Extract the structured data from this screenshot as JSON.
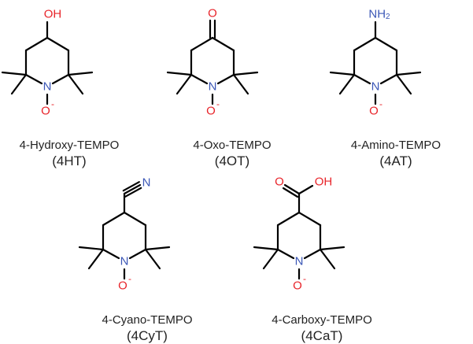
{
  "colors": {
    "bond": "#000000",
    "oxygen": "#e8242a",
    "nitrogen": "#3b57b6"
  },
  "atoms": {
    "N": "N",
    "O": "O",
    "OH": "OH",
    "minus": "-",
    "NH2_main": "NH",
    "NH2_sub": "2"
  },
  "compounds": [
    {
      "name": "4-Hydroxy-TEMPO",
      "abbr": "(4HT)",
      "substituent": "hydroxy"
    },
    {
      "name": "4-Oxo-TEMPO",
      "abbr": "(4OT)",
      "substituent": "oxo"
    },
    {
      "name": "4-Amino-TEMPO",
      "abbr": "(4AT)",
      "substituent": "amino"
    },
    {
      "name": "4-Cyano-TEMPO",
      "abbr": "(4CyT)",
      "substituent": "cyano"
    },
    {
      "name": "4-Carboxy-TEMPO",
      "abbr": "(4CaT)",
      "substituent": "carboxy"
    }
  ]
}
